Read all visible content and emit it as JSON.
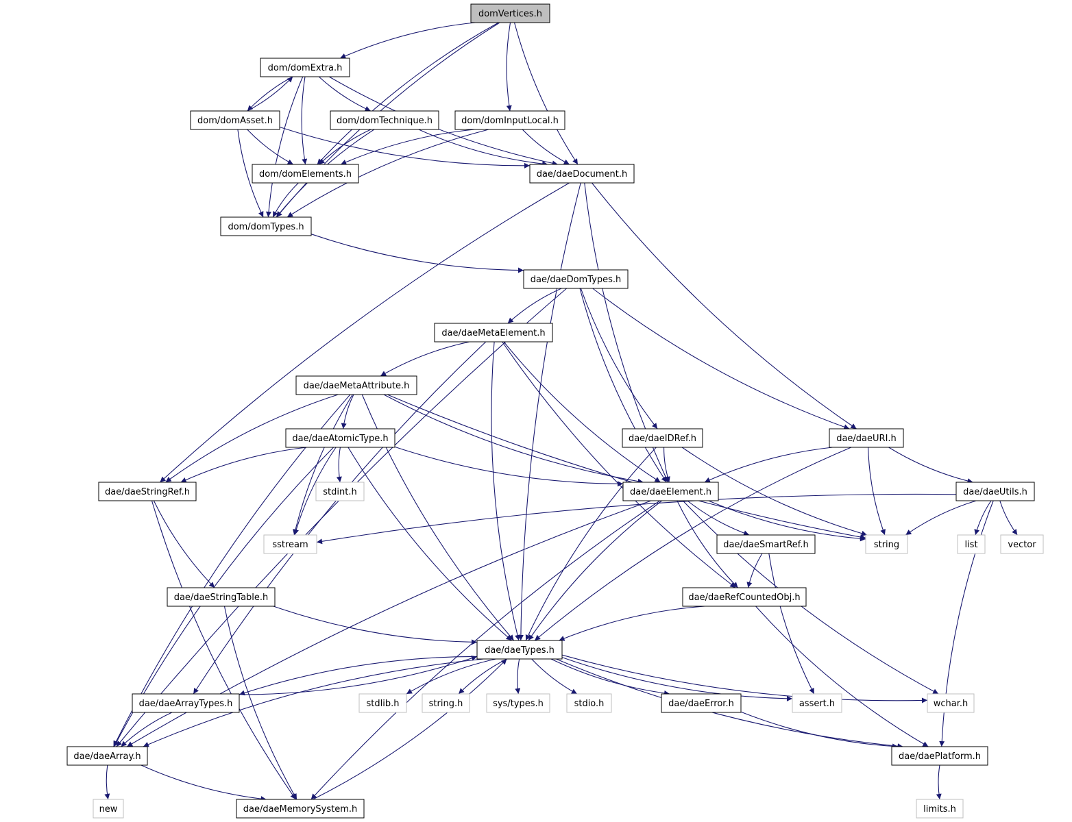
{
  "colors": {
    "edge": "#191970",
    "border": "#000000",
    "system_border": "#bfbfbf",
    "focus_fill": "#bfbfbf",
    "fill": "#ffffff",
    "text": "#000000"
  },
  "nodes": [
    {
      "id": "domVertices",
      "label": "domVertices.h",
      "kind": "focus"
    },
    {
      "id": "domExtra",
      "label": "dom/domExtra.h",
      "kind": "header"
    },
    {
      "id": "domAsset",
      "label": "dom/domAsset.h",
      "kind": "header"
    },
    {
      "id": "domTechnique",
      "label": "dom/domTechnique.h",
      "kind": "header"
    },
    {
      "id": "domInputLocal",
      "label": "dom/domInputLocal.h",
      "kind": "header"
    },
    {
      "id": "domElements",
      "label": "dom/domElements.h",
      "kind": "header"
    },
    {
      "id": "daeDocument",
      "label": "dae/daeDocument.h",
      "kind": "header"
    },
    {
      "id": "domTypes",
      "label": "dom/domTypes.h",
      "kind": "header"
    },
    {
      "id": "daeDomTypes",
      "label": "dae/daeDomTypes.h",
      "kind": "header"
    },
    {
      "id": "daeMetaElement",
      "label": "dae/daeMetaElement.h",
      "kind": "header"
    },
    {
      "id": "daeMetaAttribute",
      "label": "dae/daeMetaAttribute.h",
      "kind": "header"
    },
    {
      "id": "daeAtomicType",
      "label": "dae/daeAtomicType.h",
      "kind": "header"
    },
    {
      "id": "daeIDRef",
      "label": "dae/daeIDRef.h",
      "kind": "header"
    },
    {
      "id": "daeURI",
      "label": "dae/daeURI.h",
      "kind": "header"
    },
    {
      "id": "daeStringRef",
      "label": "dae/daeStringRef.h",
      "kind": "header"
    },
    {
      "id": "stdint",
      "label": "stdint.h",
      "kind": "system"
    },
    {
      "id": "daeElement",
      "label": "dae/daeElement.h",
      "kind": "header"
    },
    {
      "id": "daeUtils",
      "label": "dae/daeUtils.h",
      "kind": "header"
    },
    {
      "id": "sstream",
      "label": "sstream",
      "kind": "system"
    },
    {
      "id": "string",
      "label": "string",
      "kind": "system"
    },
    {
      "id": "list",
      "label": "list",
      "kind": "system"
    },
    {
      "id": "vector",
      "label": "vector",
      "kind": "system"
    },
    {
      "id": "daeSmartRef",
      "label": "dae/daeSmartRef.h",
      "kind": "header"
    },
    {
      "id": "daeStringTable",
      "label": "dae/daeStringTable.h",
      "kind": "header"
    },
    {
      "id": "daeRefCountedObj",
      "label": "dae/daeRefCountedObj.h",
      "kind": "header"
    },
    {
      "id": "daeTypes",
      "label": "dae/daeTypes.h",
      "kind": "header"
    },
    {
      "id": "daeArrayTypes",
      "label": "dae/daeArrayTypes.h",
      "kind": "header"
    },
    {
      "id": "stdlib",
      "label": "stdlib.h",
      "kind": "system"
    },
    {
      "id": "stringh",
      "label": "string.h",
      "kind": "system"
    },
    {
      "id": "systypes",
      "label": "sys/types.h",
      "kind": "system"
    },
    {
      "id": "stdio",
      "label": "stdio.h",
      "kind": "system"
    },
    {
      "id": "daeError",
      "label": "dae/daeError.h",
      "kind": "header"
    },
    {
      "id": "assert",
      "label": "assert.h",
      "kind": "system"
    },
    {
      "id": "wchar",
      "label": "wchar.h",
      "kind": "system"
    },
    {
      "id": "daeArray",
      "label": "dae/daeArray.h",
      "kind": "header"
    },
    {
      "id": "daePlatform",
      "label": "dae/daePlatform.h",
      "kind": "header"
    },
    {
      "id": "new",
      "label": "new",
      "kind": "system"
    },
    {
      "id": "daeMemorySystem",
      "label": "dae/daeMemorySystem.h",
      "kind": "header"
    },
    {
      "id": "limits",
      "label": "limits.h",
      "kind": "system"
    }
  ],
  "edges": [
    [
      "domVertices",
      "domExtra"
    ],
    [
      "domVertices",
      "domElements"
    ],
    [
      "domVertices",
      "domInputLocal"
    ],
    [
      "domVertices",
      "daeDocument"
    ],
    [
      "domVertices",
      "domTypes"
    ],
    [
      "domExtra",
      "domAsset"
    ],
    [
      "domExtra",
      "domElements"
    ],
    [
      "domExtra",
      "domTechnique"
    ],
    [
      "domExtra",
      "daeDocument"
    ],
    [
      "domExtra",
      "domTypes"
    ],
    [
      "domAsset",
      "domExtra"
    ],
    [
      "domAsset",
      "domElements"
    ],
    [
      "domAsset",
      "domTypes"
    ],
    [
      "domAsset",
      "daeDocument"
    ],
    [
      "domTechnique",
      "domElements"
    ],
    [
      "domTechnique",
      "domTypes"
    ],
    [
      "domTechnique",
      "daeDocument"
    ],
    [
      "domInputLocal",
      "domElements"
    ],
    [
      "domInputLocal",
      "domTypes"
    ],
    [
      "domInputLocal",
      "daeDocument"
    ],
    [
      "domElements",
      "domTypes"
    ],
    [
      "daeDocument",
      "daeStringRef"
    ],
    [
      "daeDocument",
      "daeTypes"
    ],
    [
      "daeDocument",
      "daeElement"
    ],
    [
      "daeDocument",
      "daeURI"
    ],
    [
      "domTypes",
      "daeDomTypes"
    ],
    [
      "daeDomTypes",
      "daeArray"
    ],
    [
      "daeDomTypes",
      "daeMetaElement"
    ],
    [
      "daeDomTypes",
      "daeIDRef"
    ],
    [
      "daeDomTypes",
      "daeElement"
    ],
    [
      "daeDomTypes",
      "daeURI"
    ],
    [
      "daeMetaElement",
      "daeArrayTypes"
    ],
    [
      "daeMetaElement",
      "daeMetaAttribute"
    ],
    [
      "daeMetaElement",
      "daeTypes"
    ],
    [
      "daeMetaElement",
      "daeRefCountedObj"
    ],
    [
      "daeMetaElement",
      "daeElement"
    ],
    [
      "daeMetaAttribute",
      "daeArray"
    ],
    [
      "daeMetaAttribute",
      "daeStringRef"
    ],
    [
      "daeMetaAttribute",
      "sstream"
    ],
    [
      "daeMetaAttribute",
      "daeAtomicType"
    ],
    [
      "daeMetaAttribute",
      "daeTypes"
    ],
    [
      "daeMetaAttribute",
      "daeElement"
    ],
    [
      "daeMetaAttribute",
      "string"
    ],
    [
      "daeAtomicType",
      "daeStringRef"
    ],
    [
      "daeAtomicType",
      "daeArray"
    ],
    [
      "daeAtomicType",
      "sstream"
    ],
    [
      "daeAtomicType",
      "stdint"
    ],
    [
      "daeAtomicType",
      "daeTypes"
    ],
    [
      "daeAtomicType",
      "daeElement"
    ],
    [
      "daeIDRef",
      "daeTypes"
    ],
    [
      "daeIDRef",
      "daeElement"
    ],
    [
      "daeIDRef",
      "string"
    ],
    [
      "daeURI",
      "daeElement"
    ],
    [
      "daeURI",
      "string"
    ],
    [
      "daeURI",
      "daeTypes"
    ],
    [
      "daeURI",
      "daeUtils"
    ],
    [
      "daeStringRef",
      "daeStringTable"
    ],
    [
      "daeStringRef",
      "daeMemorySystem"
    ],
    [
      "daeElement",
      "daeArray"
    ],
    [
      "daeElement",
      "daeTypes"
    ],
    [
      "daeElement",
      "daeRefCountedObj"
    ],
    [
      "daeElement",
      "daeSmartRef"
    ],
    [
      "daeElement",
      "string"
    ],
    [
      "daeElement",
      "wchar"
    ],
    [
      "daeElement",
      "daeMemorySystem"
    ],
    [
      "daeUtils",
      "sstream"
    ],
    [
      "daeUtils",
      "string"
    ],
    [
      "daeUtils",
      "list"
    ],
    [
      "daeUtils",
      "vector"
    ],
    [
      "daeUtils",
      "daePlatform"
    ],
    [
      "daeSmartRef",
      "daeRefCountedObj"
    ],
    [
      "daeSmartRef",
      "assert"
    ],
    [
      "daeStringTable",
      "daeTypes"
    ],
    [
      "daeStringTable",
      "daeMemorySystem"
    ],
    [
      "daeRefCountedObj",
      "daeTypes"
    ],
    [
      "daeRefCountedObj",
      "daePlatform"
    ],
    [
      "daeTypes",
      "daeArrayTypes"
    ],
    [
      "daeTypes",
      "daeArray"
    ],
    [
      "daeTypes",
      "stdlib"
    ],
    [
      "daeTypes",
      "stringh"
    ],
    [
      "daeTypes",
      "systypes"
    ],
    [
      "daeTypes",
      "stdio"
    ],
    [
      "daeTypes",
      "daeError"
    ],
    [
      "daeTypes",
      "assert"
    ],
    [
      "daeTypes",
      "wchar"
    ],
    [
      "daeTypes",
      "daePlatform"
    ],
    [
      "daeArrayTypes",
      "daeTypes"
    ],
    [
      "daeArrayTypes",
      "daeArray"
    ],
    [
      "daeError",
      "daePlatform"
    ],
    [
      "daeArray",
      "new"
    ],
    [
      "daeArray",
      "daeMemorySystem"
    ],
    [
      "daeMemorySystem",
      "daeTypes"
    ],
    [
      "daePlatform",
      "limits"
    ]
  ]
}
